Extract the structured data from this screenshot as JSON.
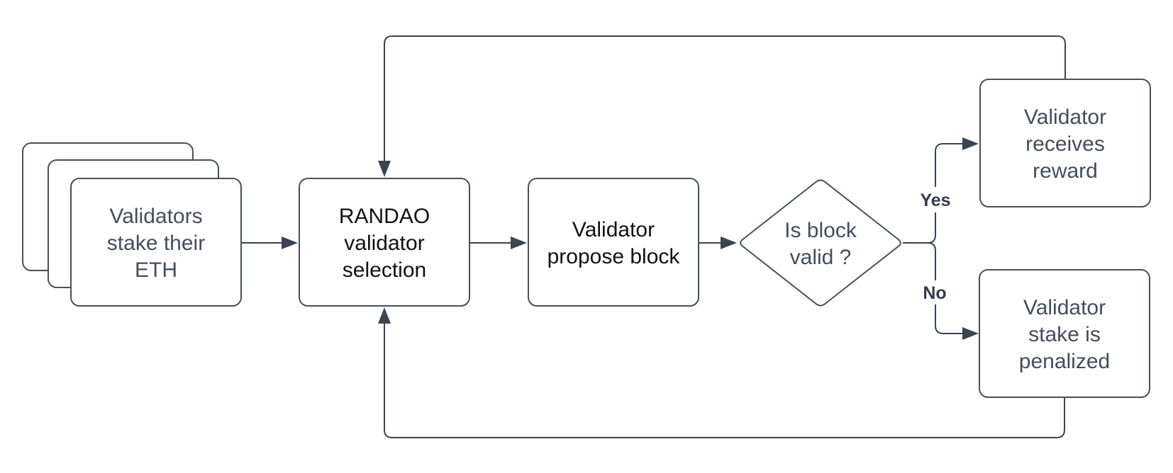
{
  "colors": {
    "background": "#ffffff",
    "node_border": "#485059",
    "connector": "#3d4450",
    "text_black": "#111111",
    "text_gray": "#454d59",
    "branch_label": "#343c49"
  },
  "nodes": {
    "validators_stake": {
      "lines": [
        "Validators",
        "stake their",
        "ETH"
      ]
    },
    "randao_selection": {
      "lines": [
        "RANDAO",
        "validator",
        "selection"
      ]
    },
    "propose_block": {
      "lines": [
        "Validator",
        "propose block"
      ]
    },
    "is_block_valid": {
      "lines": [
        "Is block",
        "valid ?"
      ]
    },
    "receives_reward": {
      "lines": [
        "Validator",
        "receives",
        "reward"
      ]
    },
    "stake_penalized": {
      "lines": [
        "Validator",
        "stake is",
        "penalized"
      ]
    }
  },
  "edge_labels": {
    "yes": "Yes",
    "no": "No"
  }
}
